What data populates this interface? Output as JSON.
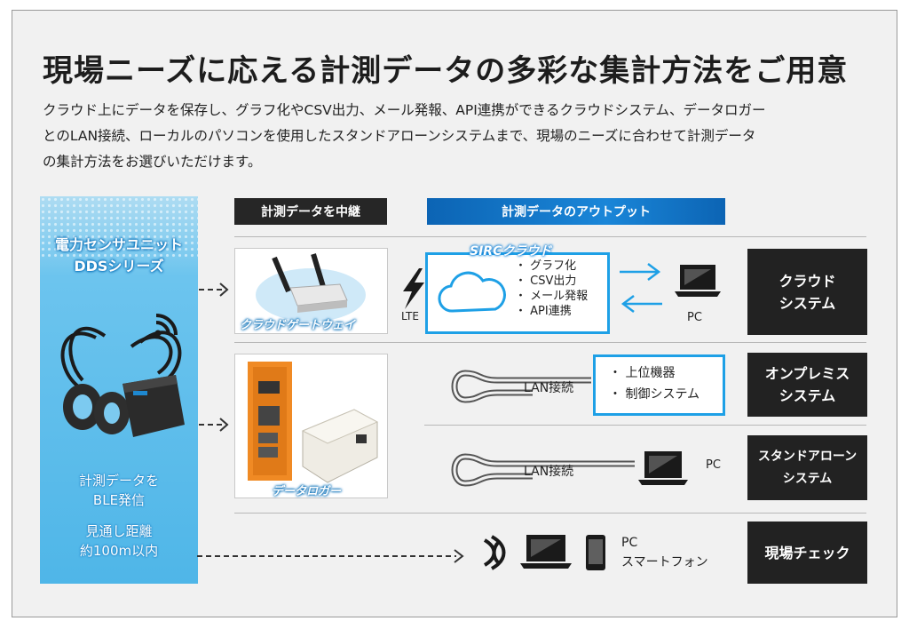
{
  "title": "現場ニーズに応える計測データの多彩な集計方法をご用意",
  "intro_lines": [
    "クラウド上にデータを保存し、グラフ化やCSV出力、メール発報、API連携ができるクラウドシステム、データロガー",
    "とのLAN接続、ローカルのパソコンを使用したスタンドアローンシステムまで、現場のニーズに合わせて計測データ",
    "の集計方法をお選びいただけます。"
  ],
  "left_panel": {
    "title_lines": [
      "電力センサユニット",
      "DDSシリーズ"
    ],
    "ble_lines": [
      "計測データを",
      "BLE発信"
    ],
    "range_lines": [
      "見通し距離",
      "約100m以内"
    ]
  },
  "headers": {
    "relay": "計測データを中継",
    "output": "計測データのアウトプット"
  },
  "gateway": {
    "caption": "クラウドゲートウェイ",
    "lte": "LTE"
  },
  "sirc": {
    "title": "SIRCクラウド",
    "bullets": [
      "グラフ化",
      "CSV出力",
      "メール発報",
      "API連携"
    ]
  },
  "cloud_pc_label": "PC",
  "logger": {
    "caption": "データロガー"
  },
  "lan1": {
    "label": "LAN接続"
  },
  "control": {
    "bullets": [
      "上位機器",
      "制御システム"
    ]
  },
  "lan2": {
    "label": "LAN接続",
    "pc": "PC"
  },
  "field": {
    "pc": "PC",
    "phone": "スマートフォン"
  },
  "systems": {
    "cloud": [
      "クラウド",
      "システム"
    ],
    "onprem": [
      "オンプレミス",
      "システム"
    ],
    "standalone": [
      "スタンドアローン",
      "システム"
    ],
    "field": [
      "現場チェック"
    ]
  },
  "colors": {
    "accent_blue": "#1ea0e6",
    "panel_blue": "#4fb6e8",
    "dark": "#222222",
    "logger_orange": "#f08a24"
  },
  "icons": [
    "wifi-signal-icon",
    "cloud-icon",
    "laptop-icon",
    "smartphone-icon",
    "lightning-icon",
    "arrow-right-icon",
    "arrow-left-icon"
  ]
}
